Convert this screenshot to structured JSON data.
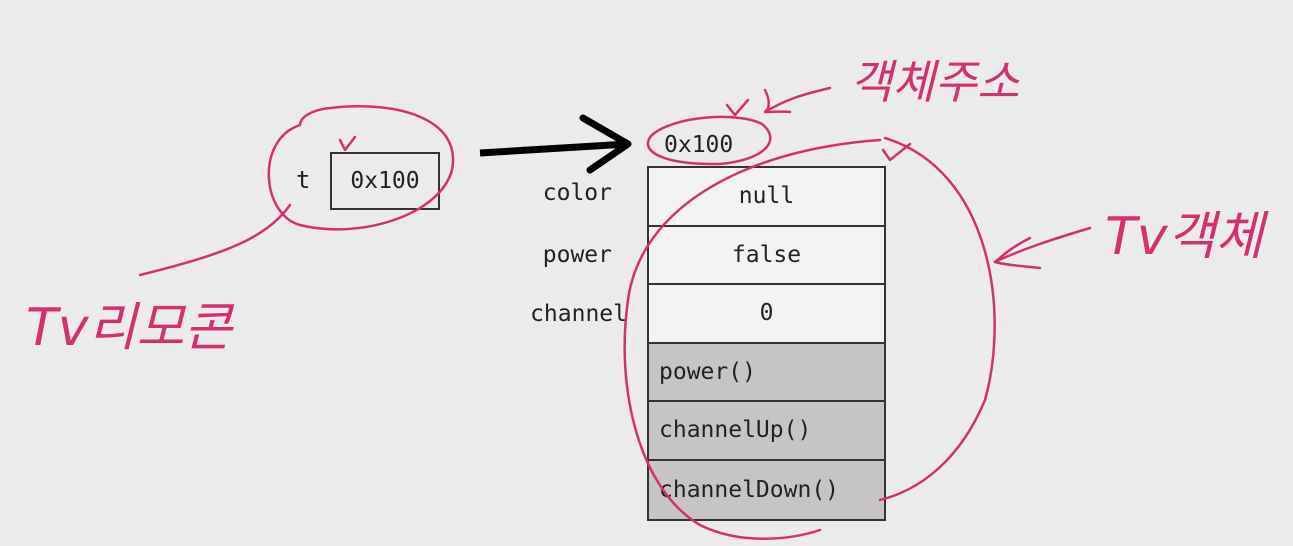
{
  "reference": {
    "name": "t",
    "value": "0x100"
  },
  "object": {
    "address": "0x100",
    "fields": [
      {
        "name": "color",
        "value": "null"
      },
      {
        "name": "power",
        "value": "false"
      },
      {
        "name": "channel",
        "value": "0"
      }
    ],
    "methods": [
      "power()",
      "channelUp()",
      "channelDown()"
    ]
  },
  "annotations": {
    "reference_note": "Tv리모콘",
    "address_note": "객체주소",
    "object_note": "Tv객체",
    "color": "#d4306f"
  }
}
